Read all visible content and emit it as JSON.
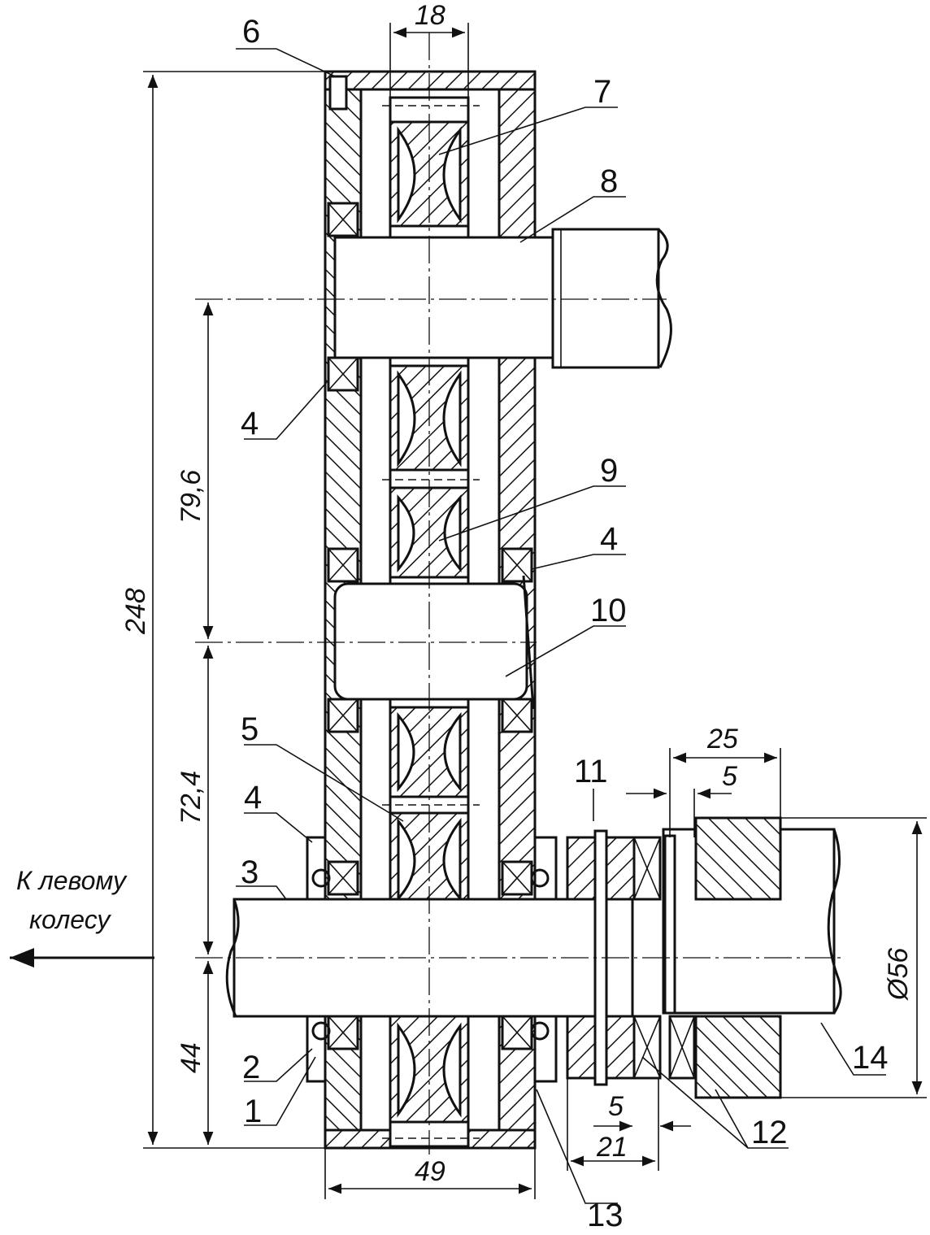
{
  "labels": {
    "l1": "1",
    "l2": "2",
    "l3": "3",
    "l4a": "4",
    "l4b": "4",
    "l4c": "4",
    "l5": "5",
    "l6": "6",
    "l7": "7",
    "l8": "8",
    "l9": "9",
    "l10": "10",
    "l11": "11",
    "l12": "12",
    "l13": "13",
    "l14": "14"
  },
  "dimensions": {
    "d18": "18",
    "d248": "248",
    "d79": "79,6",
    "d72": "72,4",
    "d44": "44",
    "d49": "49",
    "d21": "21",
    "d5a": "5",
    "d5b": "5",
    "d25": "25",
    "d56": "Ø56"
  },
  "caption": {
    "line1": "К левому",
    "line2": "колесу"
  },
  "colors": {
    "ink": "#111111",
    "paper": "#ffffff"
  }
}
